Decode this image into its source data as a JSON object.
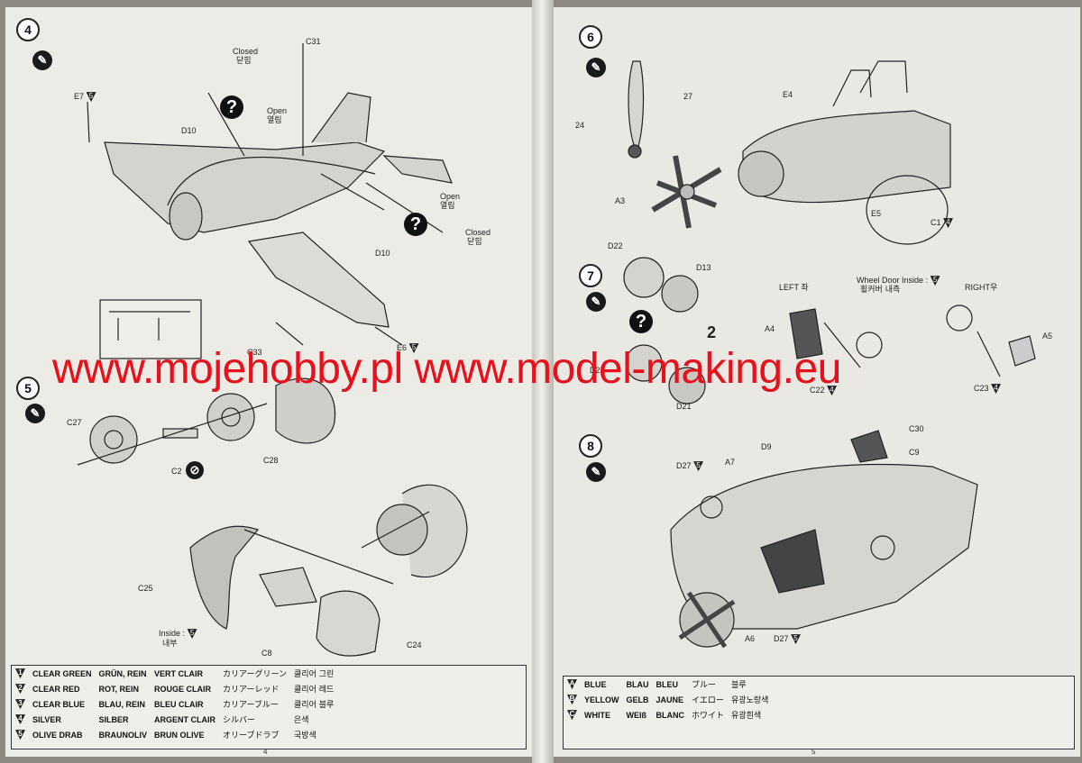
{
  "watermark": "www.mojehobby.pl www.model-making.eu",
  "left_page": {
    "number": "4",
    "step4": {
      "number": "4",
      "labels": {
        "closed_en": "Closed",
        "closed_kr": "닫힘",
        "open_en": "Open",
        "open_kr": "열림",
        "open2_en": "Open",
        "open2_kr": "열림",
        "closed2_en": "Closed",
        "closed2_kr": "닫힘",
        "c31": "C31",
        "e7": "E7",
        "d10a": "D10",
        "d10b": "D10",
        "c33": "C33",
        "e6": "E6"
      }
    },
    "step5": {
      "number": "5",
      "labels": {
        "c27": "C27",
        "c2": "C2",
        "c28": "C28",
        "c25": "C25",
        "c8": "C8",
        "c24": "C24",
        "inside_en": "Inside :",
        "inside_kr": "내부"
      }
    },
    "legend": {
      "rows": [
        [
          "CLEAR GREEN",
          "GRÜN, REIN",
          "VERT CLAIR",
          "カリアーグリーン",
          "클리어 그린"
        ],
        [
          "CLEAR RED",
          "ROT, REIN",
          "ROUGE CLAIR",
          "カリアーレッド",
          "클리어 레드"
        ],
        [
          "CLEAR BLUE",
          "BLAU, REIN",
          "BLEU CLAIR",
          "カリアーブルー",
          "클리어 블루"
        ],
        [
          "SILVER",
          "SILBER",
          "ARGENT CLAIR",
          "シルバー",
          "은색"
        ],
        [
          "OLIVE DRAB",
          "BRAUNOLIV",
          "BRUN OLIVE",
          "オリーブドラブ",
          "국방색"
        ]
      ]
    }
  },
  "right_page": {
    "number": "5",
    "step6": {
      "number": "6",
      "labels": {
        "n27": "27",
        "n24": "24",
        "e4": "E4",
        "a3": "A3",
        "e5": "E5",
        "c1": "C1"
      }
    },
    "step7": {
      "number": "7",
      "labels": {
        "d22a": "D22",
        "d13": "D13",
        "d22b": "D22",
        "d21": "D21",
        "a4": "A4",
        "a5": "A5",
        "c22": "C22",
        "c23": "C23",
        "n2": "2",
        "left": "LEFT 좌",
        "right": "RIGHT우",
        "wheel_door_en": "Wheel Door Inside :",
        "wheel_door_kr": "휠커버 내측"
      }
    },
    "step8": {
      "number": "8",
      "labels": {
        "c30": "C30",
        "c9": "C9",
        "d9": "D9",
        "d27a": "D27",
        "a7": "A7",
        "a6": "A6",
        "d27b": "D27"
      }
    },
    "legend": {
      "rows": [
        [
          "BLUE",
          "BLAU",
          "BLEU",
          "ブルー",
          "블루"
        ],
        [
          "YELLOW",
          "GELB",
          "JAUNE",
          "イエロー",
          "유광노랑색"
        ],
        [
          "WHITE",
          "WEIß",
          "BLANC",
          "ホワイト",
          "유광흰색"
        ]
      ]
    }
  }
}
